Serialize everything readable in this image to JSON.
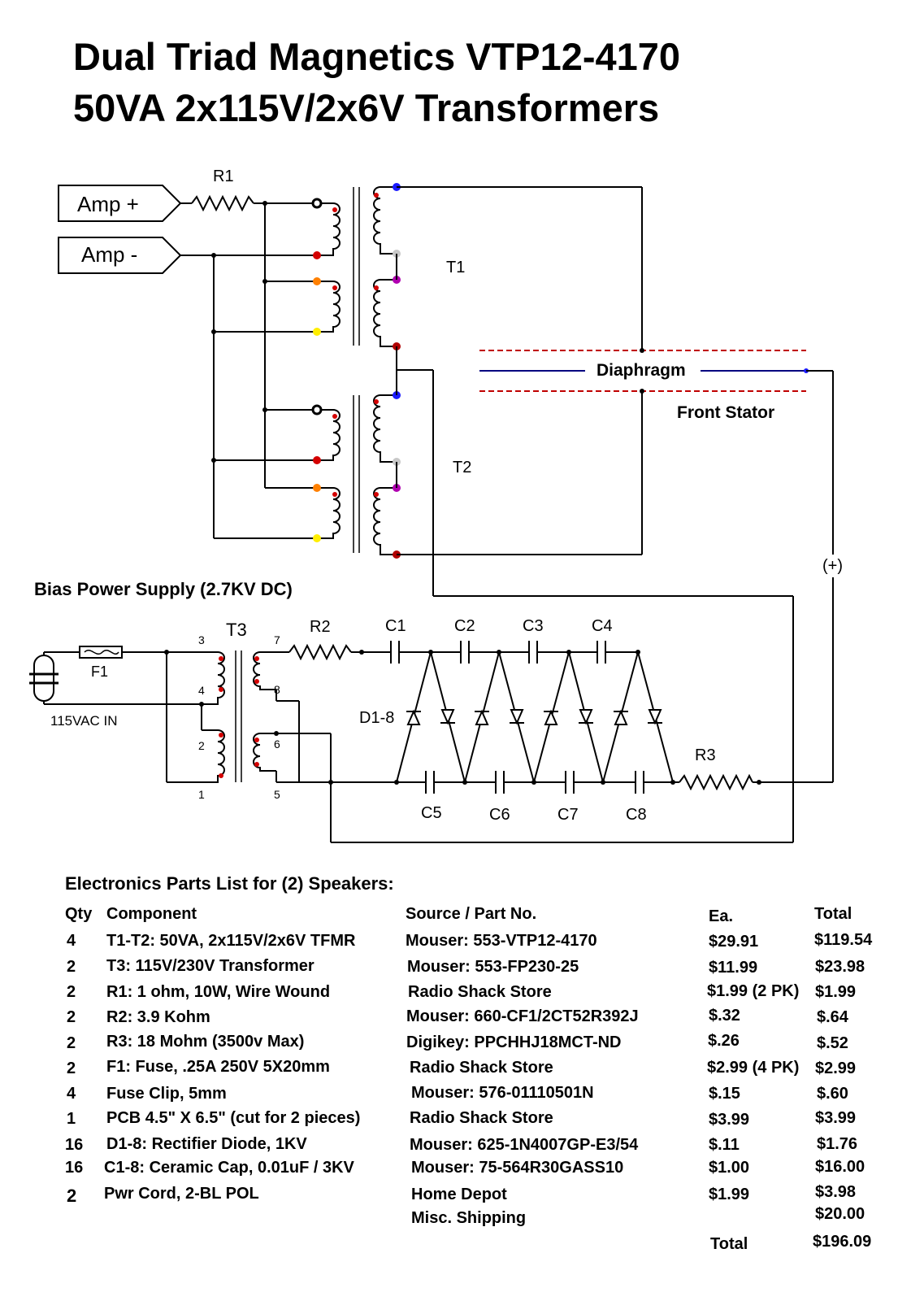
{
  "title": {
    "line1": "Dual Triad Magnetics VTP12-4170",
    "line2": "50VA 2x115V/2x6V Transformers"
  },
  "schematic": {
    "amp_plus": "Amp +",
    "amp_minus": "Amp -",
    "r1": "R1",
    "t1": "T1",
    "t2": "T2",
    "diaphragm": "Diaphragm",
    "front_stator": "Front Stator",
    "plus": "(+)",
    "bias_title": "Bias Power Supply (2.7KV DC)",
    "t3": "T3",
    "r2": "R2",
    "r3": "R3",
    "f1": "F1",
    "ac_in": "115VAC  IN",
    "d18": "D1-8",
    "pins": {
      "p3": "3",
      "p4": "4",
      "p2": "2",
      "p1": "1",
      "p7": "7",
      "p8": "8",
      "p6": "6",
      "p5": "5"
    },
    "caps_top": [
      "C1",
      "C2",
      "C3",
      "C4"
    ],
    "caps_bottom": [
      "C5",
      "C6",
      "C7",
      "C8"
    ],
    "colors": {
      "blue_terminal": "#1a1aff",
      "grey_terminal": "#c8c8c8",
      "magenta_terminal": "#b000b0",
      "red_terminal": "#d40000",
      "orange_terminal": "#ff8000",
      "yellow_terminal": "#ffee00",
      "black_terminal": "#000000",
      "stator_dash": "#c00000",
      "diaphragm_line": "#000080"
    }
  },
  "parts": {
    "title": "Electronics Parts List for (2) Speakers:",
    "headers": {
      "qty": "Qty",
      "component": "Component",
      "source": "Source / Part No.",
      "each": "Ea.",
      "total": "Total"
    },
    "rows": [
      {
        "qty": "4",
        "component": "T1-T2: 50VA, 2x115V/2x6V TFMR",
        "source": "Mouser:  553-VTP12-4170",
        "each": "$29.91",
        "total": "$119.54"
      },
      {
        "qty": "2",
        "component": "T3:  115V/230V Transformer",
        "source": "Mouser:  553-FP230-25",
        "each": "$11.99",
        "total": "$23.98"
      },
      {
        "qty": "2",
        "component": "R1:  1 ohm,  10W, Wire Wound",
        "source": "Radio Shack Store",
        "each": "$1.99 (2 PK)",
        "total": "$1.99"
      },
      {
        "qty": "2",
        "component": "R2:  3.9 Kohm",
        "source": "Mouser:  660-CF1/2CT52R392J",
        "each": "$.32",
        "total": "$.64"
      },
      {
        "qty": "2",
        "component": "R3:  18 Mohm (3500v Max)",
        "source": "Digikey:  PPCHHJ18MCT-ND",
        "each": "$.26",
        "total": "$.52"
      },
      {
        "qty": "2",
        "component": "F1: Fuse, .25A 250V 5X20mm",
        "source": "Radio Shack Store",
        "each": "$2.99 (4 PK)",
        "total": "$2.99"
      },
      {
        "qty": "4",
        "component": "Fuse Clip, 5mm",
        "source": "Mouser:  576-01110501N",
        "each": "$.15",
        "total": "$.60"
      },
      {
        "qty": "1",
        "component": "PCB 4.5\" X 6.5\" (cut for 2 pieces)",
        "source": "Radio Shack Store",
        "each": "$3.99",
        "total": "$3.99"
      },
      {
        "qty": "16",
        "component": "D1-8:  Rectifier Diode, 1KV",
        "source": "Mouser:  625-1N4007GP-E3/54",
        "each": "$.11",
        "total": "$1.76"
      },
      {
        "qty": "16",
        "component": "C1-8: Ceramic Cap, 0.01uF / 3KV",
        "source": "Mouser:  75-564R30GASS10",
        "each": "$1.00",
        "total": "$16.00"
      },
      {
        "qty": "2",
        "component": "Pwr Cord, 2-BL POL",
        "source": "Home Depot",
        "each": "$1.99",
        "total": "$3.98"
      }
    ],
    "shipping_label": "Misc. Shipping",
    "shipping_total": "$20.00",
    "grand_total_label": "Total",
    "grand_total": "$196.09"
  }
}
